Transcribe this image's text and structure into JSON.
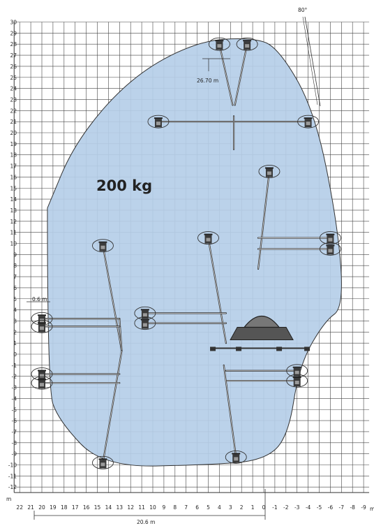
{
  "diagram": {
    "load_label": "200 kg",
    "height_unit_label": "m",
    "reach_unit_label": "m",
    "angle_label": "80°",
    "max_height_label": "26.70 m",
    "offset_label": "0.6 m",
    "outreach_label": "20.6 m"
  },
  "chart_data": {
    "type": "diagram",
    "y_ticks": [
      30,
      29,
      28,
      27,
      26,
      25,
      24,
      23,
      22,
      21,
      20,
      19,
      18,
      17,
      16,
      15,
      14,
      13,
      12,
      11,
      10,
      9,
      8,
      7,
      6,
      5,
      4,
      3,
      2,
      1,
      0,
      -1,
      -2,
      -3,
      -4,
      -5,
      -6,
      -7,
      -8,
      -9,
      -10,
      -11,
      -12
    ],
    "x_ticks": [
      22,
      21,
      20,
      19,
      18,
      17,
      16,
      15,
      14,
      13,
      12,
      11,
      10,
      9,
      8,
      7,
      6,
      5,
      4,
      3,
      2,
      1,
      0,
      -1,
      -2,
      -3,
      -4,
      -5,
      -6,
      -7,
      -8,
      -9
    ],
    "ylim": [
      -12.5,
      30
    ],
    "xlim": [
      22.5,
      -9.5
    ],
    "envelope": [
      {
        "x": 19.5,
        "y": 13.2
      },
      {
        "x": 17.0,
        "y": 19.2
      },
      {
        "x": 12.0,
        "y": 25.0
      },
      {
        "x": 6.0,
        "y": 28.3
      },
      {
        "x": 1.0,
        "y": 28.6
      },
      {
        "x": -1.3,
        "y": 27.7
      },
      {
        "x": -4.6,
        "y": 22.0
      },
      {
        "x": -6.7,
        "y": 11.5
      },
      {
        "x": -7.2,
        "y": 4.2
      },
      {
        "x": -5.5,
        "y": 3.0
      },
      {
        "x": -3.2,
        "y": -1.0
      },
      {
        "x": -2.2,
        "y": -7.5
      },
      {
        "x": 0.0,
        "y": -9.6
      },
      {
        "x": 5.0,
        "y": -10.0
      },
      {
        "x": 14.5,
        "y": -10.2
      },
      {
        "x": 18.5,
        "y": -6.0
      },
      {
        "x": 19.5,
        "y": -3.0
      }
    ],
    "positions": [
      {
        "x": 4.0,
        "y": 28.0
      },
      {
        "x": 1.5,
        "y": 28.0
      },
      {
        "x": 9.5,
        "y": 21.0
      },
      {
        "x": -4.0,
        "y": 21.0
      },
      {
        "x": -0.5,
        "y": 16.5
      },
      {
        "x": 14.5,
        "y": 9.8
      },
      {
        "x": 5.0,
        "y": 10.5
      },
      {
        "x": -6.0,
        "y": 10.5
      },
      {
        "x": -6.0,
        "y": 9.5
      },
      {
        "x": 20.0,
        "y": 3.2
      },
      {
        "x": 20.0,
        "y": 2.5
      },
      {
        "x": 10.7,
        "y": 3.7
      },
      {
        "x": 10.7,
        "y": 2.8
      },
      {
        "x": 20.0,
        "y": -1.8
      },
      {
        "x": 20.0,
        "y": -2.6
      },
      {
        "x": -3.0,
        "y": -1.5
      },
      {
        "x": -3.0,
        "y": -2.4
      },
      {
        "x": 14.5,
        "y": -9.8
      },
      {
        "x": 2.5,
        "y": -9.3
      }
    ]
  }
}
